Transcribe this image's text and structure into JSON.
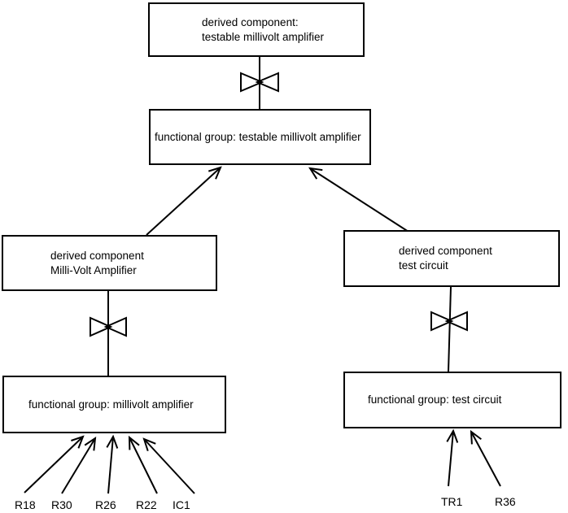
{
  "palette": {
    "ink": "#000000",
    "paper": "#ffffff"
  },
  "nodes": {
    "derived_testable": {
      "lines": [
        "derived component:",
        "testable millivolt amplifier"
      ]
    },
    "fg_testable": {
      "lines": [
        "functional group: testable millivolt amplifier"
      ]
    },
    "derived_millivolt": {
      "lines": [
        "derived component",
        "Milli-Volt Amplifier"
      ]
    },
    "derived_test": {
      "lines": [
        "derived component",
        "test circuit"
      ]
    },
    "fg_millivolt": {
      "lines": [
        "functional group: millivolt amplifier"
      ]
    },
    "fg_test": {
      "lines": [
        "functional group: test circuit"
      ]
    }
  },
  "components": {
    "left": [
      "R18",
      "R30",
      "R26",
      "R22",
      "IC1"
    ],
    "right": [
      "TR1",
      "R36"
    ]
  }
}
